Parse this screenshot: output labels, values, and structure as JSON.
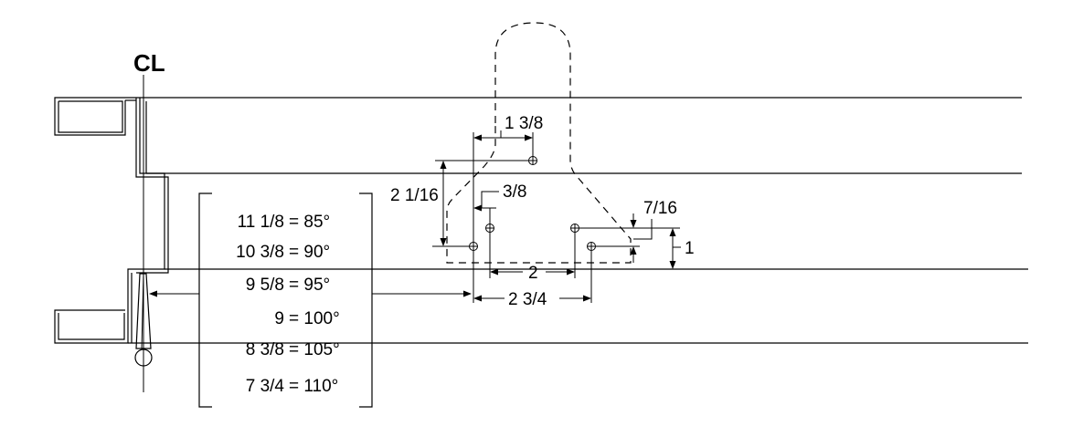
{
  "centerline_symbol": "CL",
  "dimensions": {
    "one_three_eighths": "1 3/8",
    "two_one_sixteenth": "2 1/16",
    "three_eighths": "3/8",
    "seven_sixteenths": "7/16",
    "one": "1",
    "two": "2",
    "two_three_quarters": "2 3/4"
  },
  "angle_table": [
    {
      "size": "11 1/8",
      "angle": "= 85°"
    },
    {
      "size": "10 3/8",
      "angle": "= 90°"
    },
    {
      "size": "9 5/8",
      "angle": "= 95°"
    },
    {
      "size": "9",
      "angle": "= 100°"
    },
    {
      "size": "8 3/8",
      "angle": "= 105°"
    },
    {
      "size": "7 3/4",
      "angle": "= 110°"
    }
  ]
}
